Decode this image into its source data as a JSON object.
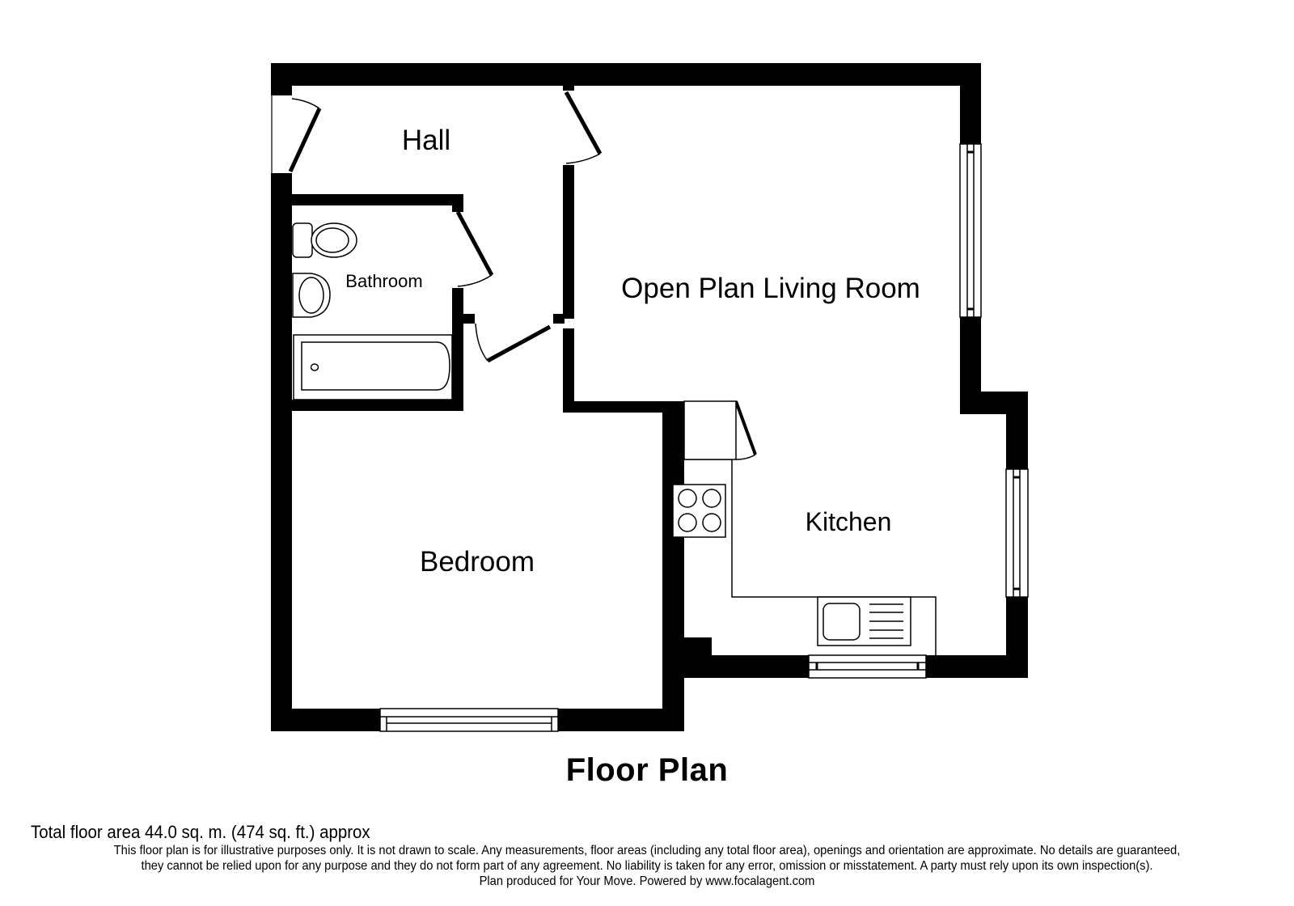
{
  "plan": {
    "title": "Floor Plan",
    "rooms": {
      "hall": "Hall",
      "bathroom": "Bathroom",
      "living_room": "Open Plan Living Room",
      "kitchen": "Kitchen",
      "bedroom": "Bedroom"
    },
    "wall_color": "#000000",
    "background_color": "#ffffff"
  },
  "footer": {
    "total_area": "Total floor area 44.0 sq. m. (474 sq. ft.) approx",
    "disclaimer_lines": [
      "This floor plan is for illustrative purposes only. It is not drawn to scale. Any measurements, floor areas (including any total floor area), openings and orientation are approximate. No details are guaranteed,",
      "they cannot be relied upon for any purpose and they do not form part of any agreement. No liability is taken for any error, omission or misstatement. A party must rely upon its own inspection(s).",
      "Plan produced for Your Move. Powered by www.focalagent.com"
    ]
  }
}
